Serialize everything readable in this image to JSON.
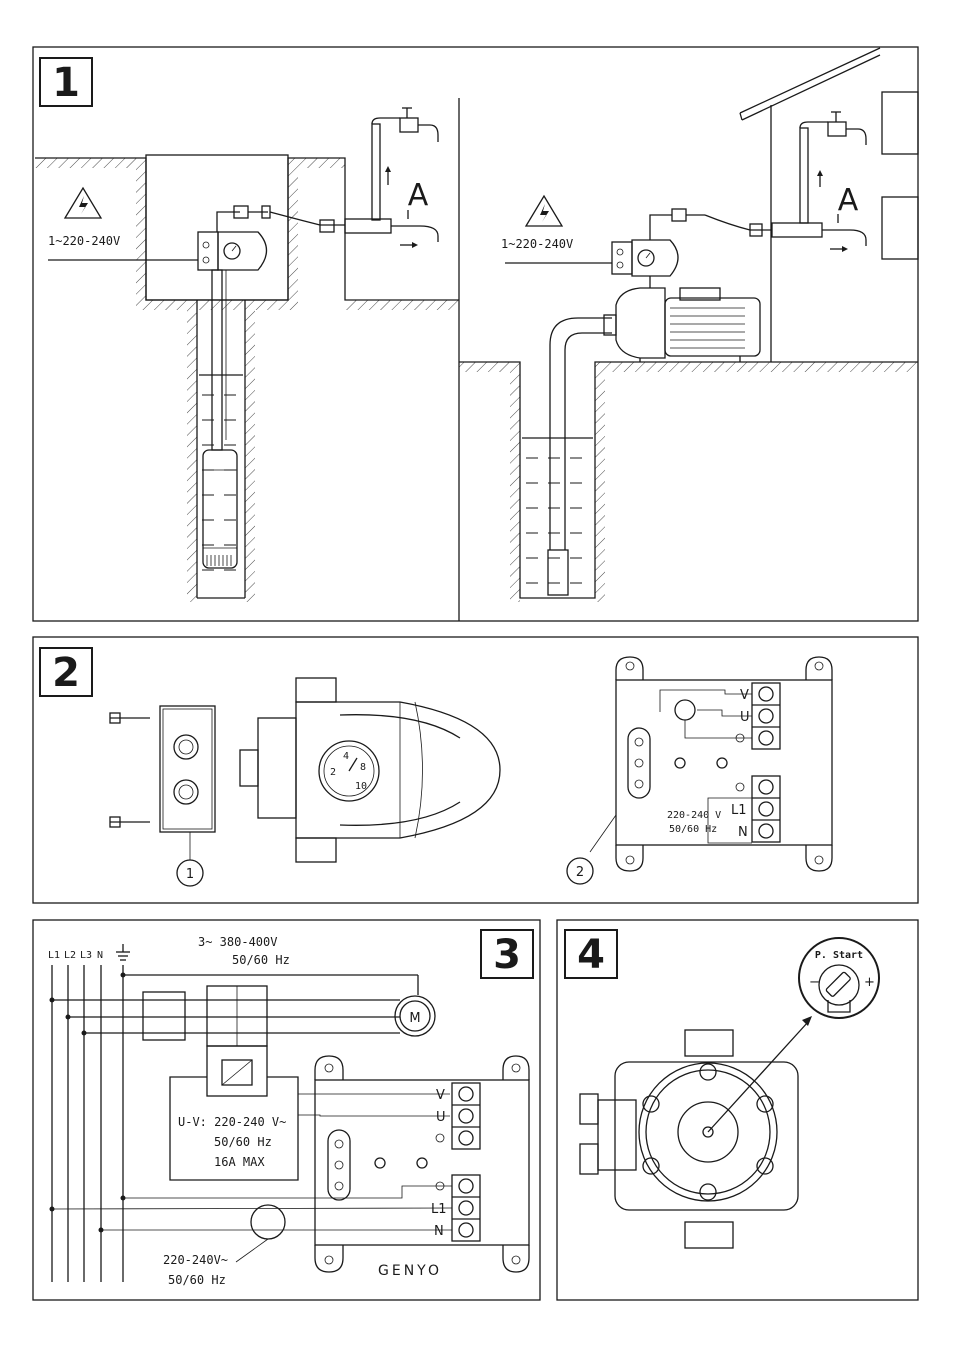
{
  "panels": {
    "p1": {
      "number": "1",
      "left": {
        "voltage": "1~220-240V",
        "letter": "A"
      },
      "right": {
        "voltage": "1~220-240V",
        "letter": "A"
      }
    },
    "p2": {
      "number": "2",
      "callout1": "1",
      "callout2": "2",
      "terminals": [
        "V",
        "U",
        "L1",
        "N"
      ],
      "supply_voltage": "220-240 V",
      "supply_freq": "50/60 Hz"
    },
    "p3": {
      "number": "3",
      "phase_labels": [
        "L1",
        "L2",
        "L3",
        "N"
      ],
      "header_line1": "3~  380-400V",
      "header_line2": "50/60  Hz",
      "motor": "M",
      "box_line1": "U-V: 220-240 V~",
      "box_line2": "50/60 Hz",
      "box_line3": "16A MAX",
      "terminals": [
        "V",
        "U",
        "L1",
        "N"
      ],
      "supply_line1": "220-240V~",
      "supply_line2": "50/60 Hz",
      "brand": "GENYO"
    },
    "p4": {
      "number": "4",
      "knob_label": "P. Start",
      "minus": "−",
      "plus": "+"
    }
  }
}
